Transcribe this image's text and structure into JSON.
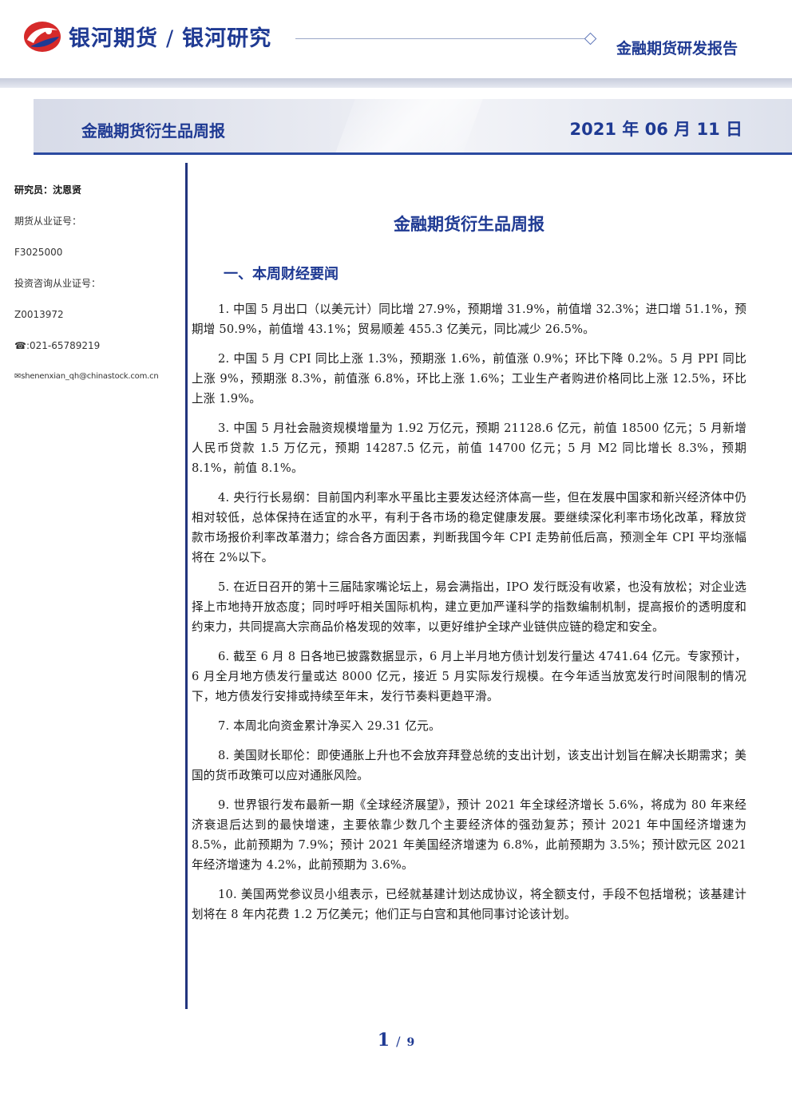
{
  "header": {
    "brand_left": "银河期货",
    "brand_separator": "/",
    "brand_right": "银河研究",
    "report_type": "金融期货研发报告",
    "logo_icon": "galaxy-logo-icon"
  },
  "banner": {
    "title": "金融期货衍生品周报",
    "date": "2021 年 06 月 11 日"
  },
  "sidebar": {
    "analyst": "研究员：沈恩贤",
    "futures_license_label": "期货从业证号：",
    "futures_license_value": "F3025000",
    "consult_license_label": "投资咨询从业证号：",
    "consult_license_value": "Z0013972",
    "phone": "☎:021-65789219",
    "email_icon": "envelope-icon",
    "email": "shenenxian_qh@chinastock.com.cn"
  },
  "main": {
    "doc_title": "金融期货衍生品周报",
    "section_title": "一、本周财经要闻",
    "items": [
      "1. 中国 5 月出口（以美元计）同比增 27.9%，预期增 31.9%，前值增 32.3%；进口增 51.1%，预期增 50.9%，前值增 43.1%；贸易顺差 455.3 亿美元，同比减少 26.5%。",
      "2. 中国 5 月 CPI 同比上涨 1.3%，预期涨 1.6%，前值涨 0.9%；环比下降 0.2%。5 月 PPI 同比上涨 9%，预期涨 8.3%，前值涨 6.8%，环比上涨 1.6%；工业生产者购进价格同比上涨 12.5%，环比上涨 1.9%。",
      "3. 中国 5 月社会融资规模增量为 1.92 万亿元，预期 21128.6 亿元，前值 18500 亿元；5 月新增人民币贷款 1.5 万亿元，预期 14287.5 亿元，前值 14700 亿元；5 月 M2 同比增长 8.3%，预期 8.1%，前值 8.1%。",
      "4. 央行行长易纲：目前国内利率水平虽比主要发达经济体高一些，但在发展中国家和新兴经济体中仍相对较低，总体保持在适宜的水平，有利于各市场的稳定健康发展。要继续深化利率市场化改革，释放贷款市场报价利率改革潜力；综合各方面因素，判断我国今年 CPI 走势前低后高，预测全年 CPI 平均涨幅将在 2%以下。",
      "5. 在近日召开的第十三届陆家嘴论坛上，易会满指出，IPO 发行既没有收紧，也没有放松；对企业选择上市地持开放态度；同时呼吁相关国际机构，建立更加严谨科学的指数编制机制，提高报价的透明度和约束力，共同提高大宗商品价格发现的效率，以更好维护全球产业链供应链的稳定和安全。",
      "6. 截至 6 月 8 日各地已披露数据显示，6 月上半月地方债计划发行量达 4741.64 亿元。专家预计，6 月全月地方债发行量或达 8000 亿元，接近 5 月实际发行规模。在今年适当放宽发行时间限制的情况下，地方债发行安排或持续至年末，发行节奏料更趋平滑。",
      "7. 本周北向资金累计净买入 29.31 亿元。",
      "8. 美国财长耶伦：即使通胀上升也不会放弃拜登总统的支出计划，该支出计划旨在解决长期需求；美国的货币政策可以应对通胀风险。",
      "9. 世界银行发布最新一期《全球经济展望》，预计 2021 年全球经济增长 5.6%，将成为 80 年来经济衰退后达到的最快增速，主要依靠少数几个主要经济体的强劲复苏；预计 2021 年中国经济增速为 8.5%，此前预期为 7.9%；预计 2021 年美国经济增速为 6.8%，此前预期为 3.5%；预计欧元区 2021 年经济增速为 4.2%，此前预期为 3.6%。",
      "10. 美国两党参议员小组表示，已经就基建计划达成协议，将全额支付，手段不包括增税；该基建计划将在 8 年内花费 1.2 万亿美元；他们正与白宫和其他同事讨论该计划。"
    ]
  },
  "footer": {
    "current_page": "1",
    "separator": "/",
    "total_pages": "9"
  },
  "colors": {
    "brand_blue": "#1f3a93",
    "logo_red": "#d62a2a",
    "divider": "#22357e"
  }
}
